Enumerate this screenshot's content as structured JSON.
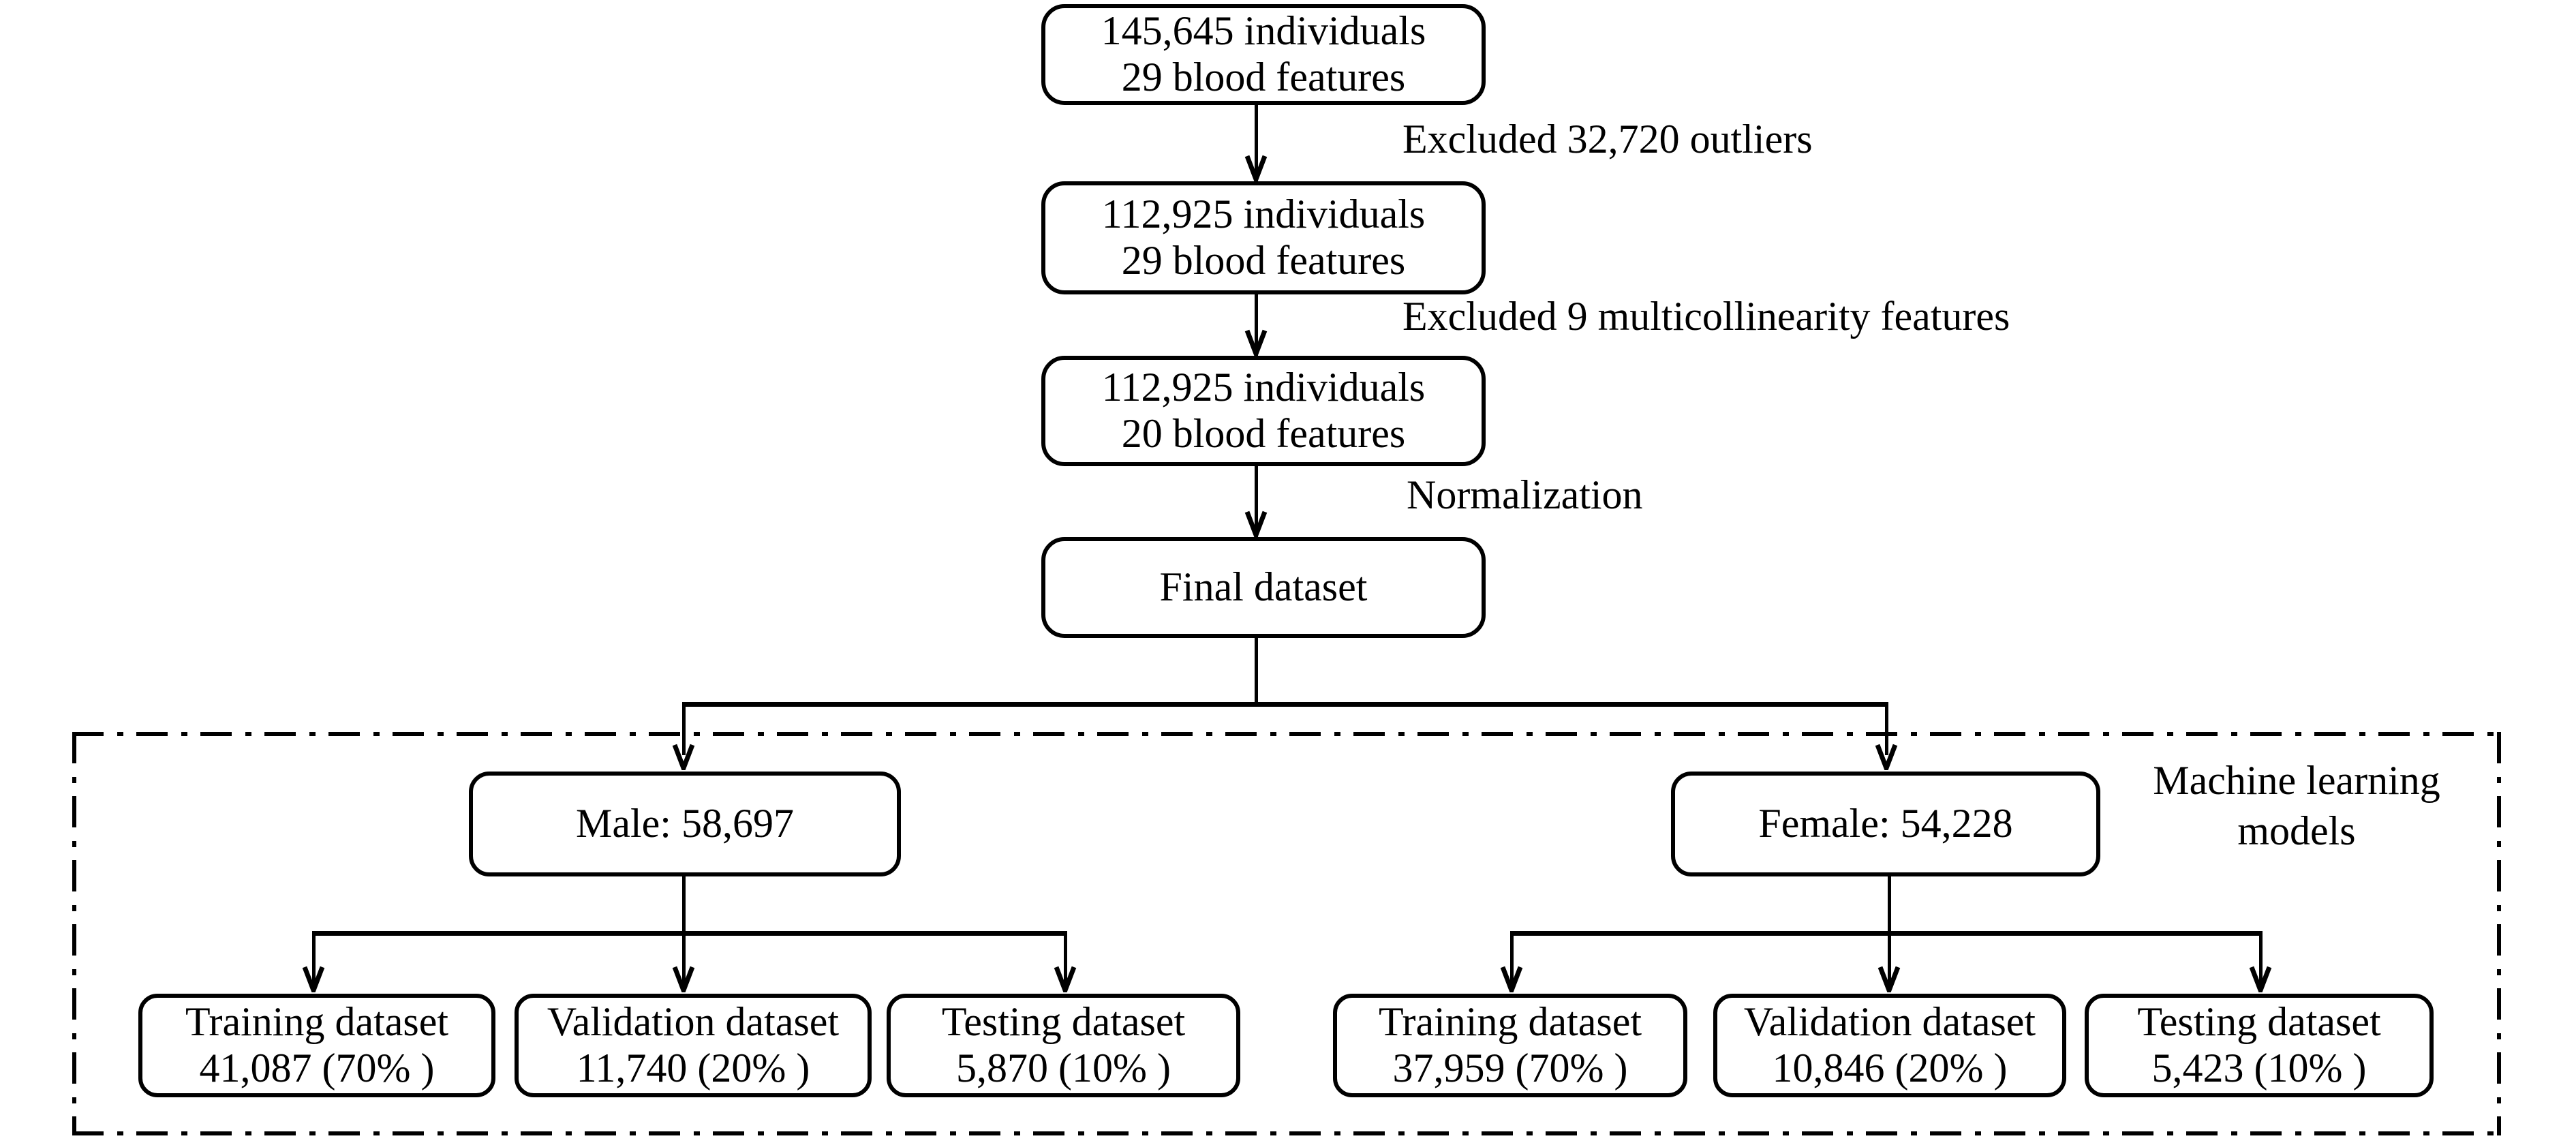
{
  "flow": {
    "box_initial": {
      "line1": "145,645 individuals",
      "line2": "29 blood features"
    },
    "step1_label": "Excluded 32,720 outliers",
    "box_after_outliers": {
      "line1": "112,925 individuals",
      "line2": "29 blood features"
    },
    "step2_label": "Excluded 9 multicollinearity features",
    "box_after_multicollinearity": {
      "line1": "112,925 individuals",
      "line2": "20 blood features"
    },
    "step3_label": "Normalization",
    "box_final": {
      "label": "Final dataset"
    }
  },
  "ml_section": {
    "label_line1": "Machine learning",
    "label_line2": "models",
    "male": {
      "label": "Male: 58,697",
      "children": [
        {
          "line1": "Training dataset",
          "line2": "41,087 (70% )"
        },
        {
          "line1": "Validation dataset",
          "line2": "11,740 (20% )"
        },
        {
          "line1": "Testing dataset",
          "line2": "5,870 (10% )"
        }
      ]
    },
    "female": {
      "label": "Female: 54,228",
      "children": [
        {
          "line1": "Training dataset",
          "line2": "37,959 (70% )"
        },
        {
          "line1": "Validation dataset",
          "line2": "10,846 (20% )"
        },
        {
          "line1": "Testing dataset",
          "line2": "5,423 (10% )"
        }
      ]
    }
  },
  "colors": {
    "line": "#000000",
    "background": "#ffffff"
  }
}
